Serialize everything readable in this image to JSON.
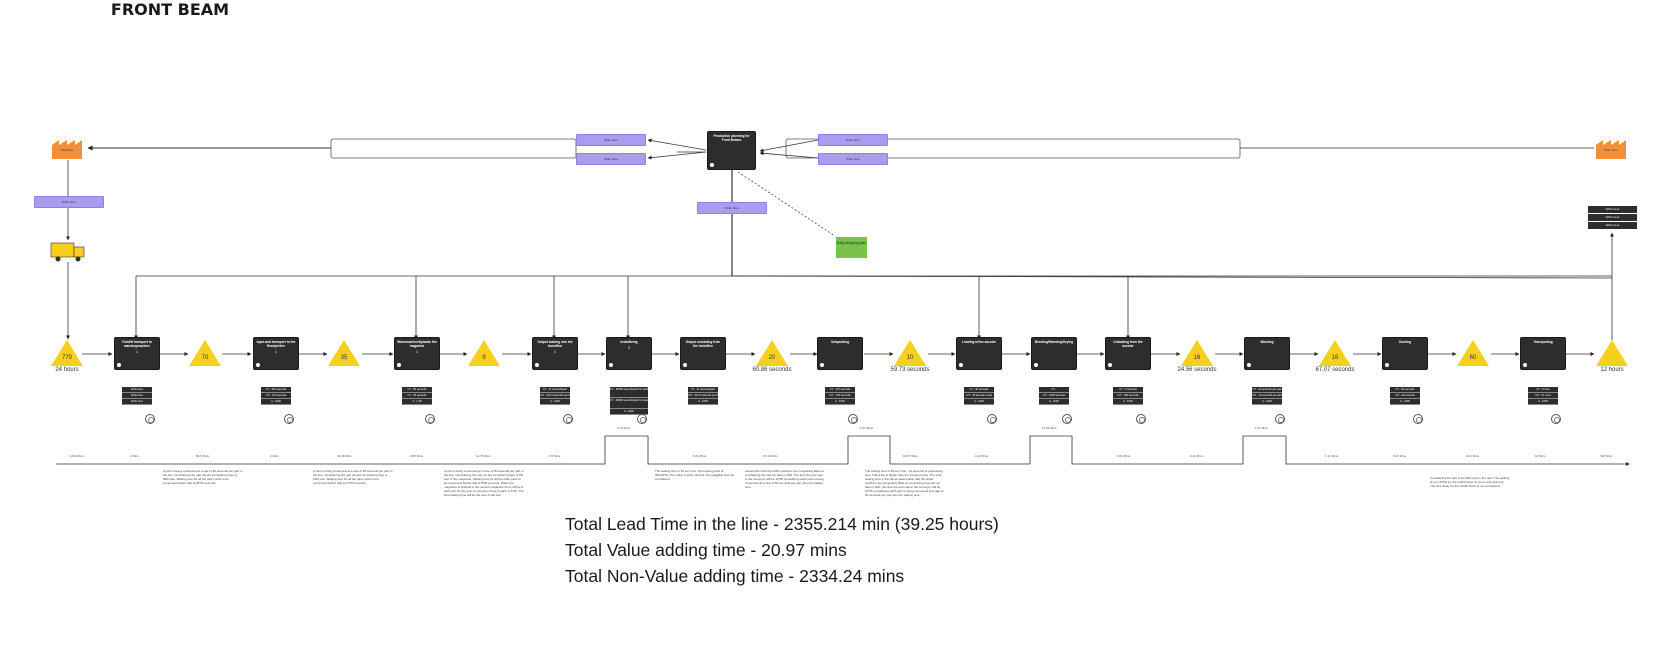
{
  "title": "FRONT BEAM",
  "supplier_label": "Wkbhuse",
  "customer_label": "Write here",
  "control_label": "Production planning for Front Beams",
  "placeholder": "Write here",
  "shipping_plan": "Daily shipping plan",
  "processes": [
    {
      "label": "Forklift transport to warmingmachine",
      "n": "1",
      "details": [
        "Write here",
        "Write here",
        "Write here"
      ]
    },
    {
      "label": "Input and transport to the Readyerline",
      "n": "1",
      "details": [
        "CT - 351 seconds",
        "C/T - 5/4 seconds",
        "A - 1000"
      ]
    },
    {
      "label": "Warmmachine&plastic the magazine",
      "n": "1",
      "details": [
        "CT - 60 seconds",
        "CT - 45 seconds",
        "A - 4.18"
      ]
    },
    {
      "label": "Output loading into the transfline",
      "n": "1",
      "details": [
        "CT - 41 seconds/part",
        "C/T - 30.47 seconds per the parts",
        "A - 1000"
      ]
    },
    {
      "label": "Installbring",
      "n": "3",
      "details": [
        "CT - 30000 seconds/part for parts at a sagittal",
        "CT - 40000 seconds/part for potential sagittal",
        "A - 1000"
      ]
    },
    {
      "label": "Output unloading from the transfline",
      "n": "",
      "details": [
        "CT - 41 seconds/part",
        "C/T - 30.47 seconds per the parts",
        "A - 1000"
      ]
    },
    {
      "label": "Subpacking",
      "n": "",
      "details": [
        "CT - 470 seconds",
        "C/T - 470 seconds",
        "A - 1000"
      ]
    },
    {
      "label": "Loading Inline ascolor",
      "n": "",
      "details": [
        "CT - 40 seconds",
        "C/T - 35 seconds cycle",
        "A - 1000"
      ]
    },
    {
      "label": "Bending/Warming/Drying",
      "n": "",
      "details": [
        "CT -",
        "C/T - 1000 seconds",
        "A - 1000"
      ]
    },
    {
      "label": "Unloading from the ascolor",
      "n": "",
      "details": [
        "CT - 3 seconds",
        "C/T - 360 seconds",
        "A - 1000"
      ]
    },
    {
      "label": "Washing",
      "n": "",
      "details": [
        "CT - 43 seconds per part",
        "C/T - 43 seconds per part",
        "A - 1000"
      ]
    },
    {
      "label": "Ducting",
      "n": "",
      "details": [
        "CT - 29 seconds",
        "C/T - 29 seconds",
        "A - 1000"
      ]
    },
    {
      "label": "Transporting",
      "n": "",
      "details": [
        "CT - 8 mins",
        "C/T - 61 mins",
        "A - 1000"
      ]
    }
  ],
  "inventory": [
    {
      "value": "770",
      "label": "24 hours"
    },
    {
      "value": "70",
      "label": ""
    },
    {
      "value": "35",
      "label": ""
    },
    {
      "value": "9",
      "label": ""
    },
    {
      "value": "20",
      "label": "60.86 seconds"
    },
    {
      "value": "10",
      "label": "59.73 seconds"
    },
    {
      "value": "16",
      "label": "24.56 seconds"
    },
    {
      "value": "16",
      "label": "67.07 seconds"
    },
    {
      "value": "60",
      "label": ""
    },
    {
      "value": "",
      "label": "12 hours"
    }
  ],
  "right_stack": [
    "Write here",
    "Write here",
    "Write here"
  ],
  "timeline_labels": [
    "1440 Mins",
    "2 Mins",
    "69.5 Mins",
    "2 Mins",
    "34.68 Mins",
    "0.95 Mins",
    "11.75 Mins",
    "0.5 Mins",
    "0.10 Mins",
    "6.64 Mins",
    "27.42 Mins",
    "5.47 Mins",
    "19.87 Mins",
    "0.10 Mins",
    "11.33 Mins",
    "3.03 Mins",
    "0.41 Mins",
    "1.57 Mins",
    "1.12 Mins",
    "0.47 Mins",
    "42.3 Mins",
    "12 Mins",
    "720 Mins"
  ],
  "notes": [
    "A part is being consumed at a rate of 60 seconds per part in the line. Considering the part we are considering here is 38th part. Waiting time for all the other parts to be consumed before that is 39*60 seconds.",
    "A part is being consumed at a rate of 50 seconds per part in the line. Considering the part we are considering here is 16th part. Waiting time for all the other parts to be consumed before that is 17*60 seconds.",
    "A part is being consumed at a rate of 50 seconds per part in the line. Considering the part we are considering here is 5th part in the magazine. Waiting time for all the other parts to be consumed before that is 8*60 seconds. When the magazine is finished in the second magazine there will be 5 parts left. So the time to consume those 5 parts is 5*40. The final waiting time will be the sum of the two.",
    "The waiting time is 40 sec time. (Processing time of 300/24*5). The value is quite minimal. So negligible and not considered.",
    "Assumption that the buffer positions are completely filled so considering the part we take is 20th. The time the part wait in the conveyor will be 19*60 considering each part is being consumed at a rate of 60 seconds per part plus the waiting time.",
    "The waiting time is 60 sec time - 10 seconds of processing time, follow the is higher than the transport time. The total waiting time in the above assumption that the buffer positions are completely filled so considering the part we take is 16th, the time the part wait in the conveyor will be 15*60 considering each part is being consumed at a rate of 60 seconds per part plus the waiting time.",
    "Considering the part is the 60th part in the rack. The waiting time is 60*60 for the forklift driver to come and pick it up. The time delay for the forklift driver is not considered"
  ],
  "summary": [
    "Total Lead Time in the line - 2355.214 min (39.25 hours)",
    "Total Value adding time - 20.97 mins",
    "Total Non-Value adding time - 2334.24 mins"
  ],
  "colors": {
    "purple": "#a99df0",
    "yellow": "#f7cf1d",
    "factory": "#f2913b",
    "green": "#79c34a",
    "process": "#2d2d2d"
  }
}
